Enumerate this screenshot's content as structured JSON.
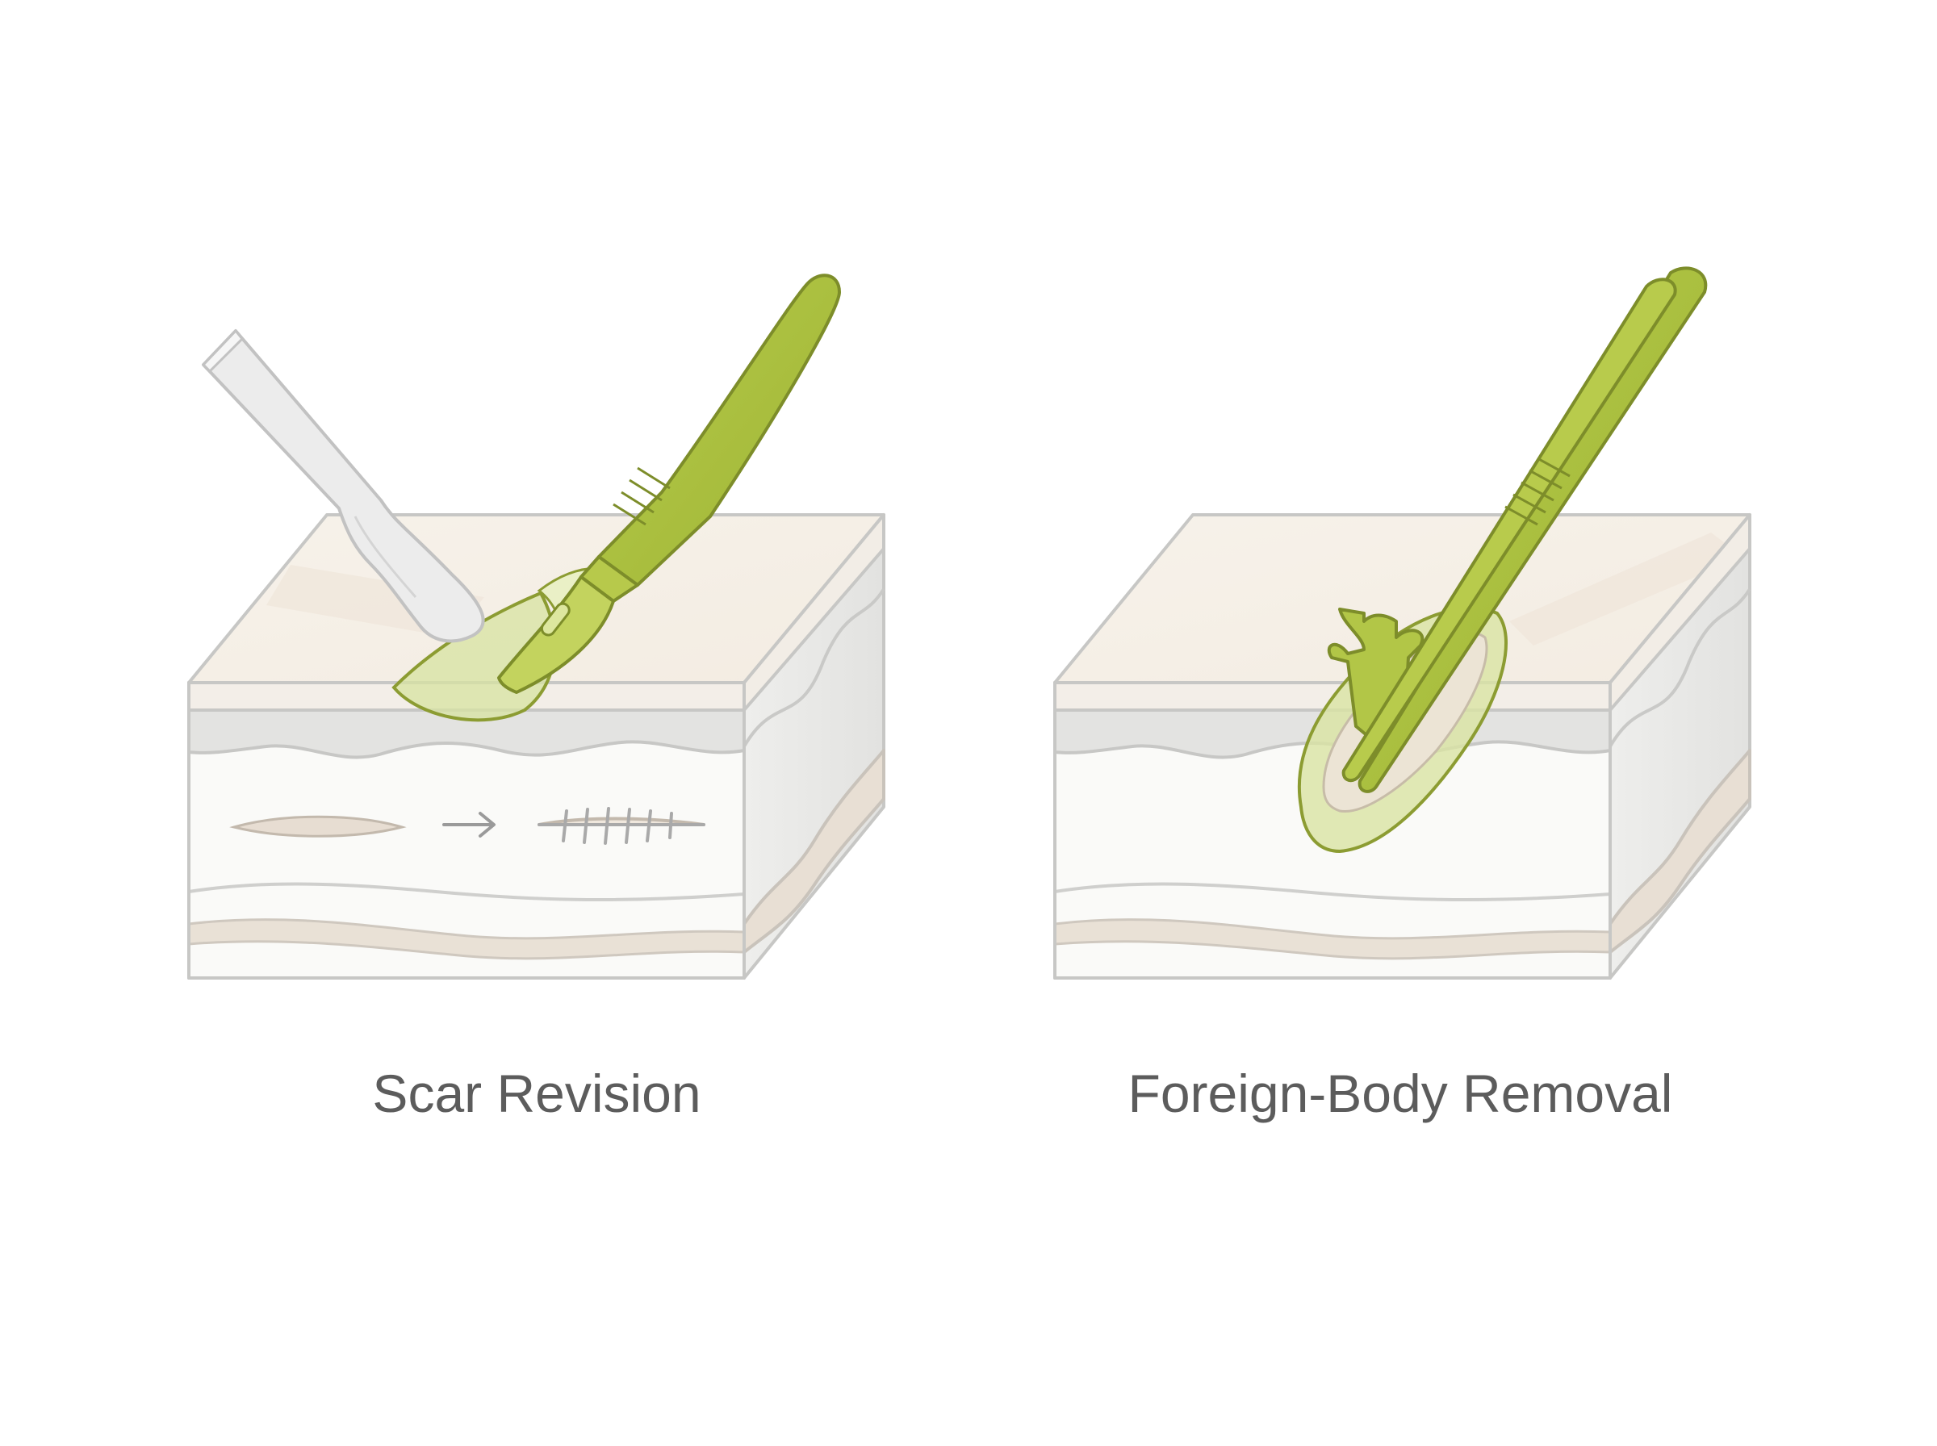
{
  "panels": [
    {
      "id": "scar-revision",
      "label": "Scar Revision"
    },
    {
      "id": "foreign-body-removal",
      "label": "Foreign-Body Removal"
    }
  ],
  "colors": {
    "instrument_green": "#a9bf3e",
    "instrument_outline": "#7d8d2a",
    "skin_top": "#f5efe6",
    "skin_band": "#f3eee8",
    "dermis": "#e3e3e1",
    "subcutis": "#fafaf8",
    "deep_band": "#ece4da",
    "outline": "#c7c7c5",
    "caption_text": "#5c5c5c",
    "spatula_gray": "#e6e6e6"
  },
  "icons": [
    "scalpel-icon",
    "spatula-icon",
    "forceps-icon",
    "suture-icon",
    "arrow-right-icon"
  ]
}
